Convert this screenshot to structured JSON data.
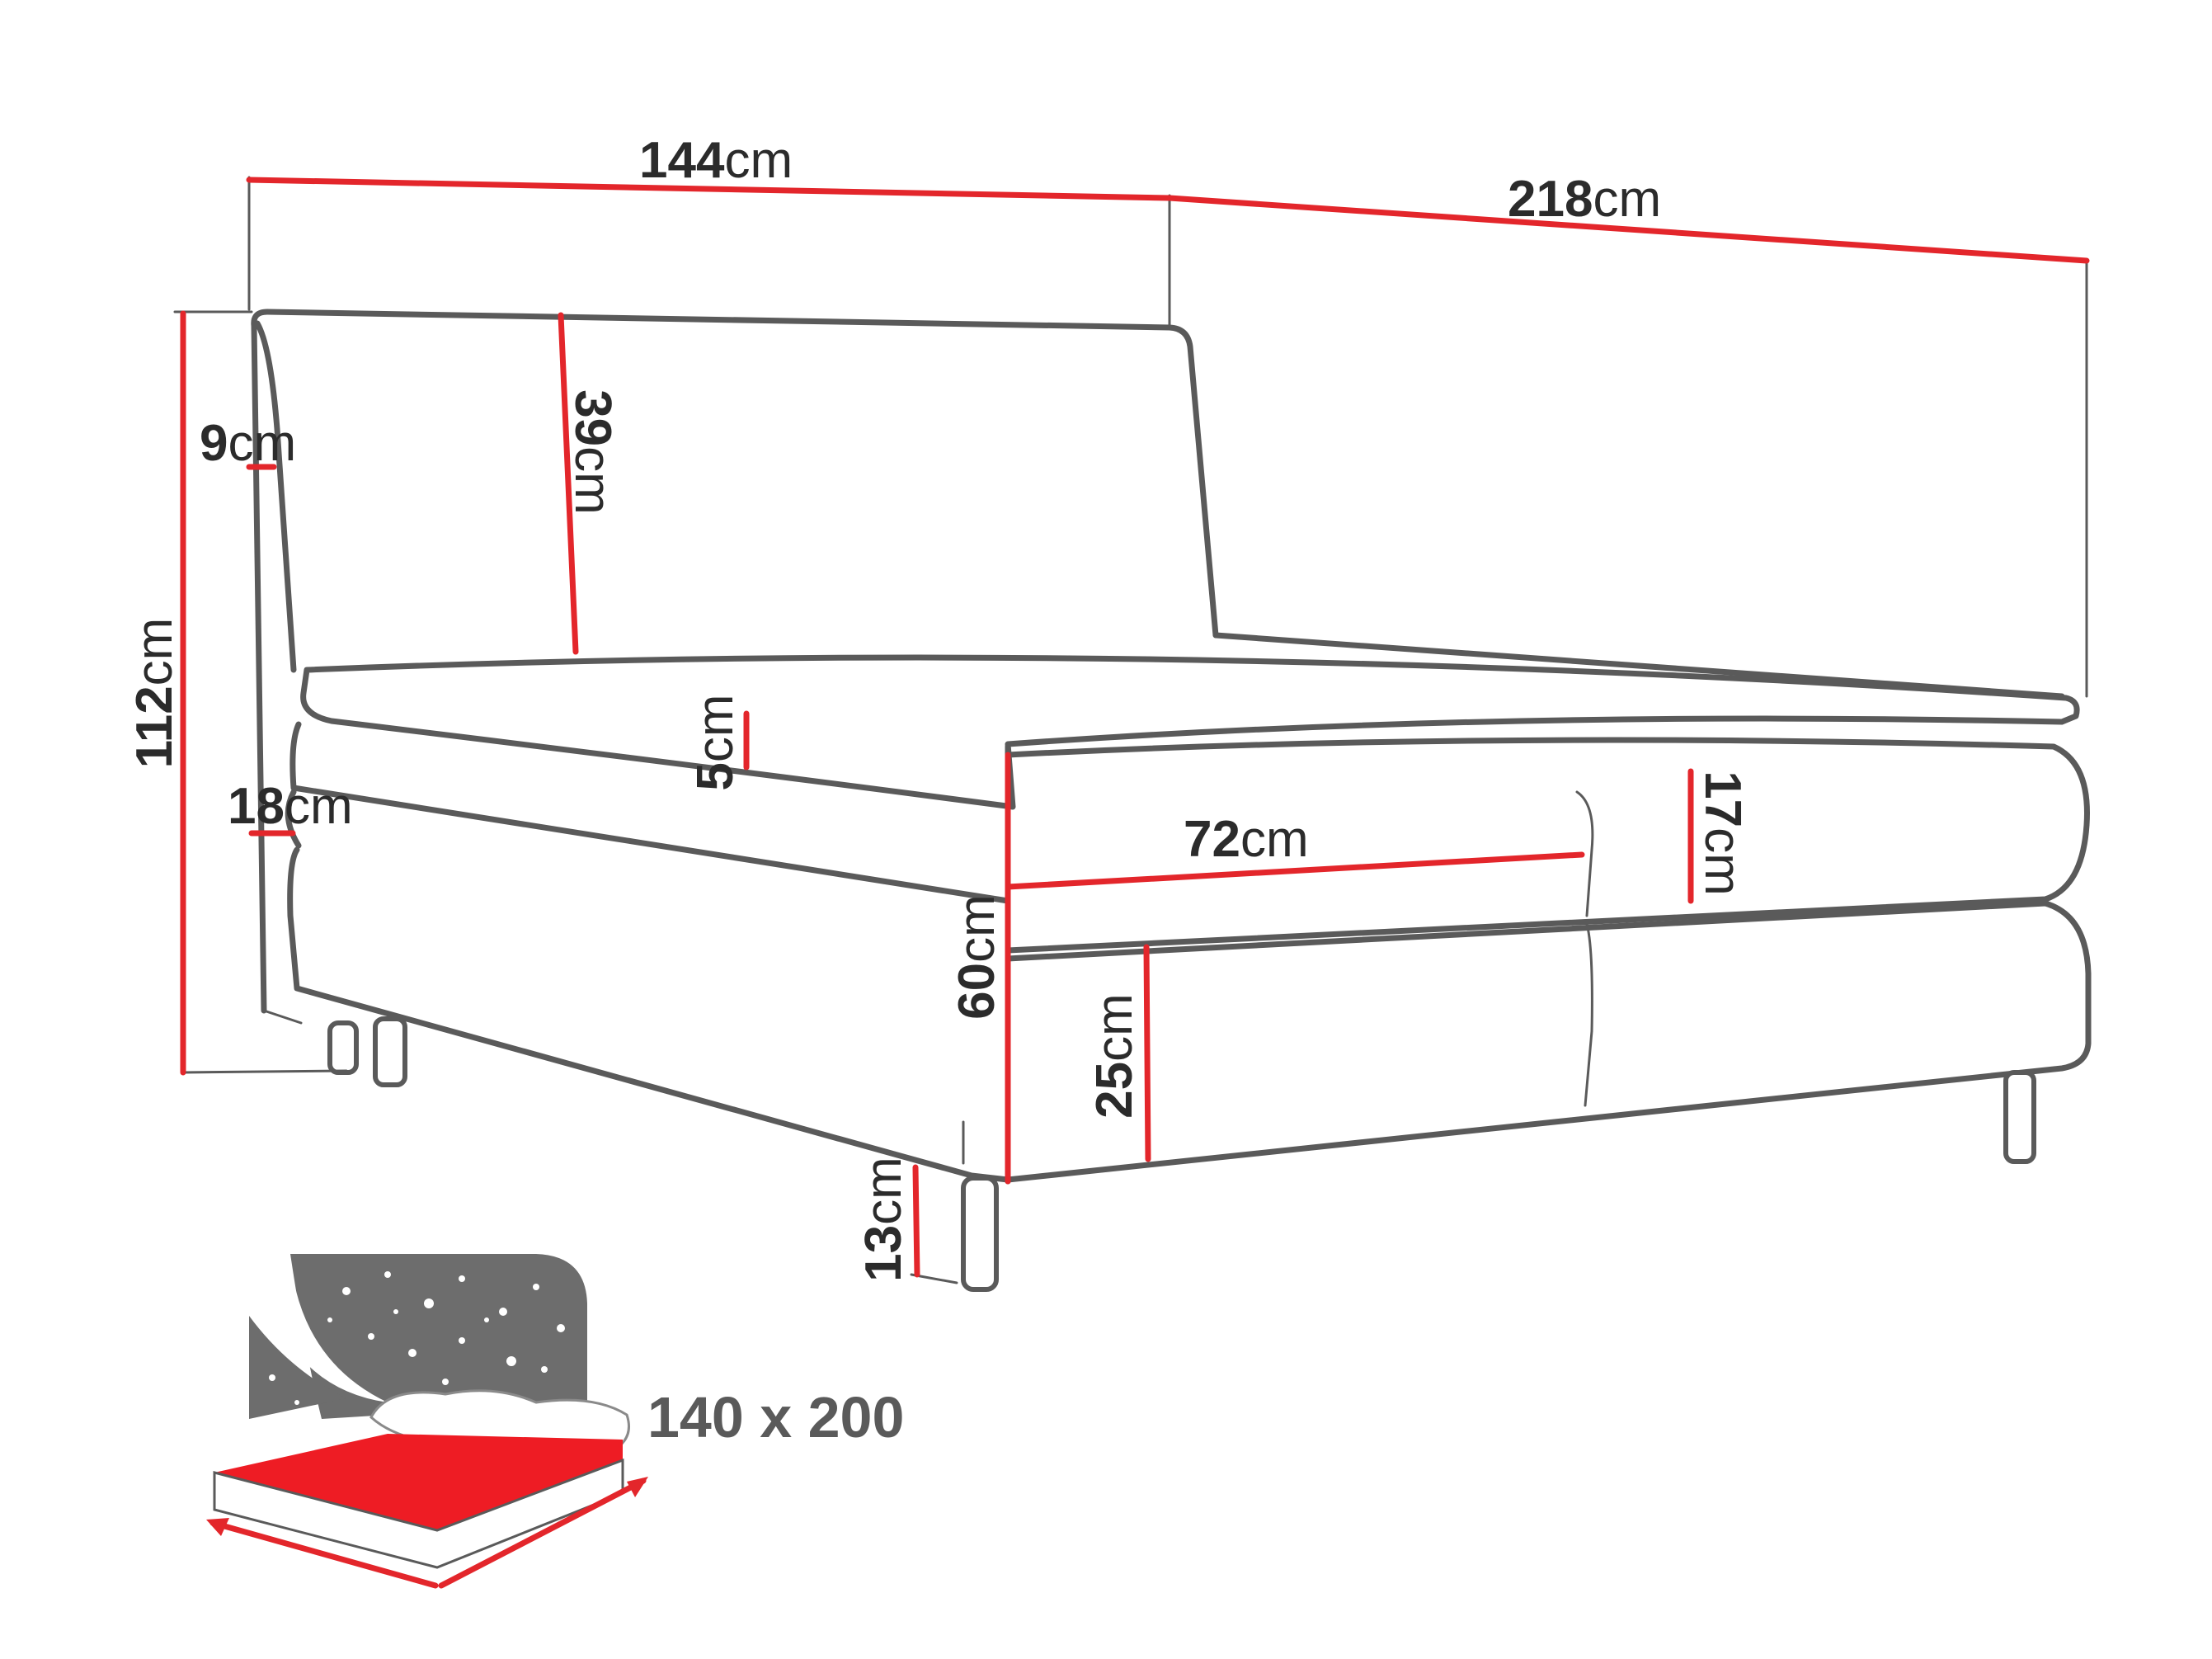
{
  "dimensions": {
    "width": {
      "value": "144",
      "unit": "cm"
    },
    "length": {
      "value": "218",
      "unit": "cm"
    },
    "total_height": {
      "value": "112",
      "unit": "cm"
    },
    "headboard_depth": {
      "value": "9",
      "unit": "cm"
    },
    "headboard_height": {
      "value": "39",
      "unit": "cm"
    },
    "topper_height": {
      "value": "5",
      "unit": "cm"
    },
    "side_depth": {
      "value": "18",
      "unit": "cm"
    },
    "section_width": {
      "value": "72",
      "unit": "cm"
    },
    "upper_box_height": {
      "value": "17",
      "unit": "cm"
    },
    "bed_height": {
      "value": "60",
      "unit": "cm"
    },
    "lower_box_height": {
      "value": "25",
      "unit": "cm"
    },
    "leg_height": {
      "value": "13",
      "unit": "cm"
    }
  },
  "mattress_size": "140 x 200",
  "colors": {
    "dimension_line": "#e3262b",
    "outline": "#5a5a5a",
    "text": "#2b2b2b",
    "icon_gray": "#6d6d6d",
    "icon_red": "#ee1c24"
  }
}
